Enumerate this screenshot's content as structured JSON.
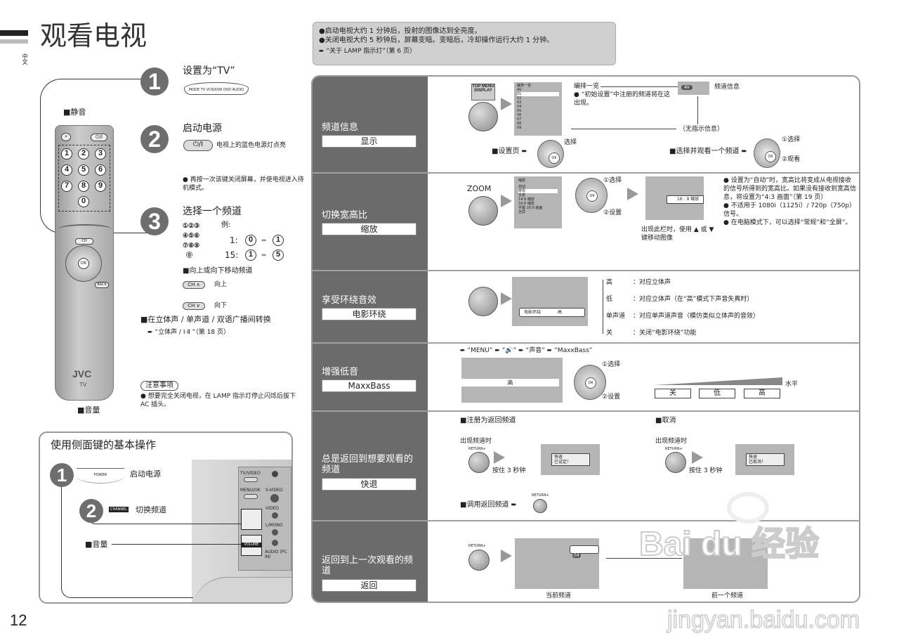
{
  "header": {
    "title": "观看电视",
    "lang_tab": "中文",
    "page_number": "12"
  },
  "notice": {
    "lines": [
      "●启动电视大约 1 分钟后，投射的图像达到全亮度。",
      "●关闭电视大约 5 秒钟后，屏幕变暗。变暗后，冷却操作运行大约 1 分钟。",
      "➨ “关于 LAMP 指示灯”（第 6 页）"
    ]
  },
  "remote": {
    "mute_label": "■静音",
    "volume_label": "■音量",
    "brand": "JVC",
    "model": "TV",
    "keys": [
      "1",
      "2",
      "3",
      "4",
      "5",
      "6",
      "7",
      "8",
      "9",
      "0"
    ],
    "ok": "OK",
    "ch_label": "CH",
    "back": "BACK"
  },
  "steps": [
    {
      "num": "1",
      "title": "设置为“TV”",
      "mode_buttons": "MODE TV VCR/DVR DVD AUDIO"
    },
    {
      "num": "2",
      "title": "启动电源",
      "power_key": "⏻/I",
      "power_note": "电视上的蓝色电源灯点亮",
      "note": "● 再按一次该键关闭屏幕，并使电视进入待机模式。"
    },
    {
      "num": "3",
      "title": "选择一个频道",
      "example_label": "例:",
      "ex1": "1:",
      "ex1_keys": [
        "0",
        "1"
      ],
      "ex2": "15:",
      "ex2_keys": [
        "1",
        "5"
      ],
      "updown_title": "■向上或向下移动频道",
      "up_key": "CH ∧",
      "up_label": "向上",
      "down_key": "CH ∨",
      "down_label": "向下",
      "stereo_title": "■在立体声 / 单声道 / 双语广播间转换",
      "stereo_ref": "➨ “立体声 / Ⅰ·Ⅱ ”（第 18 页）"
    }
  ],
  "caution": {
    "title": "注意事项",
    "text": "● 想要完全关闭电视，在 LAMP 指示灯停止闪烁后拔下 AC 插头。"
  },
  "side_panel": {
    "title": "使用侧面键的基本操作",
    "step1_num": "1",
    "step1_label": "启动电源",
    "power_small": "POWER",
    "step2_num": "2",
    "step2_label": "切换频道",
    "channel_tag": "CHANNEL",
    "volume_label": "■音量",
    "volume_tag": "VOLUME",
    "tv_labels": [
      "TV/VIDEO",
      "MENU/OK",
      "S-VIDEO",
      "VIDEO",
      "L/MONO",
      "AUDIO (PC IN)"
    ]
  },
  "rows": [
    {
      "title": "频道信息",
      "label": "显示",
      "button": "TOP MENU DISPLAY",
      "menu_title": "编排一览",
      "menu_items": [
        "AV",
        "01",
        "02",
        "03",
        "04",
        "05",
        "06",
        "07",
        "08",
        "09"
      ],
      "list_label": "编排一览",
      "list_note": "● “初始设置”中注册的频道将在这出现。",
      "info_label": "频道信息",
      "av_tag": "AV",
      "no_info": "（无指示信息）",
      "setup_page": "■设置页 ➨",
      "select": "选择",
      "select_watch": "■选择并观看一个频道 ➨",
      "sel1": "①选择",
      "sel2": "②观看"
    },
    {
      "title": "切换宽高比",
      "label": "缩放",
      "button": "ZOOM",
      "menu_title": "缩放",
      "menu_items": [
        "自动",
        "常规",
        "全景",
        "14:9 缩放",
        "16:9 缩放",
        "字幕 16:9 画面",
        "全屏"
      ],
      "sel1": "①选择",
      "sel2": "②设置",
      "bar_text": "16 : 9  缩放",
      "bar_note": "出现此栏时，使用 ▲ 或 ▼ 键移动图像",
      "notes": [
        "● 设置为“自动”时，宽高比将变成从电视接收的信号所得到的宽高比。如果没有接收到宽高信息，将设置为“4:3 画面”（第 19 页）",
        "● 不适用于 1080i（1125i）/ 720p（750p）信号。",
        "● 在电脑模式下，可以选择“常规”和“全屏”。"
      ]
    },
    {
      "title": "享受环绕音效",
      "label": "电影环绕",
      "osd_left": "电影环绕",
      "osd_right": "高",
      "modes": [
        {
          "k": "高",
          "v": "：对应立体声"
        },
        {
          "k": "低",
          "v": "：对应立体声（在“高”模式下声音失真时）"
        },
        {
          "k": "单声道",
          "v": "：对应单声道声音（模仿类似立体声的音效）"
        },
        {
          "k": "关",
          "v": "：关闭“电影环绕”功能"
        }
      ]
    },
    {
      "title": "增强低音",
      "label": "MaxxBass",
      "path": "➨ “MENU” ➨ “🔊” ➨ “声音” ➨ “MaxxBass”",
      "value": "高",
      "sel1": "①选择",
      "sel2": "②设置",
      "level_label": "水平",
      "levels": [
        "关",
        "低",
        "高"
      ]
    },
    {
      "title": "总是返回到想要观看的频道",
      "label": "快退",
      "register": "■注册为返回频道",
      "cancel": "■取消",
      "when": "出现频道时",
      "return_key": "RETURN+",
      "hold": "按住 3 秒钟",
      "set_osd": "快退\n已设定！",
      "cancel_osd": "快退\n已取消！",
      "recall": "■调用返回频道 ➨"
    },
    {
      "title": "返回到上一次观看的频道",
      "label": "返回",
      "return_key": "RETURN+",
      "ch_tag": "04",
      "current": "当前频道",
      "previous": "前一个频道"
    }
  ],
  "watermark": {
    "logo": "Bai du 经验",
    "url": "jingyan.baidu.com"
  }
}
